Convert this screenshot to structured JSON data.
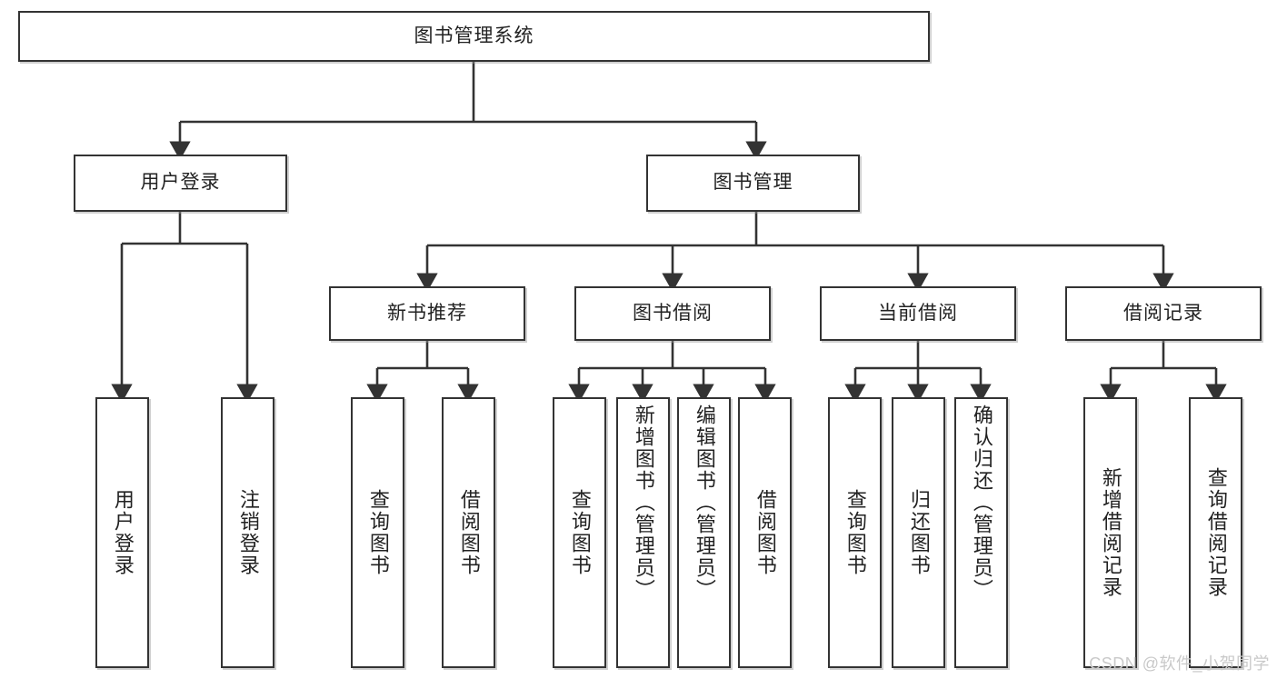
{
  "diagram": {
    "title": "图书管理系统",
    "watermark": "CSDN @软件_小贺同学",
    "style": {
      "border_color": "#333333",
      "background": "#ffffff",
      "text_color": "#222222",
      "watermark_color": "#c9c9c9"
    },
    "nodes": {
      "root": {
        "label": "图书管理系统"
      },
      "level2": [
        {
          "id": "user-login",
          "label": "用户登录"
        },
        {
          "id": "book-management",
          "label": "图书管理"
        }
      ],
      "level3": [
        {
          "id": "new-book-recommend",
          "label": "新书推荐"
        },
        {
          "id": "book-borrow",
          "label": "图书借阅"
        },
        {
          "id": "current-borrow",
          "label": "当前借阅"
        },
        {
          "id": "borrow-record",
          "label": "借阅记录"
        }
      ],
      "leaves": {
        "user-login": [
          {
            "id": "leaf-user-login",
            "label": "用户登录"
          },
          {
            "id": "leaf-logout",
            "label": "注销登录"
          }
        ],
        "new-book-recommend": [
          {
            "id": "leaf-query-book-1",
            "label": "查询图书"
          },
          {
            "id": "leaf-borrow-book-1",
            "label": "借阅图书"
          }
        ],
        "book-borrow": [
          {
            "id": "leaf-query-book-2",
            "label": "查询图书"
          },
          {
            "id": "leaf-add-book",
            "label": "新增图书（管理员）"
          },
          {
            "id": "leaf-edit-book",
            "label": "编辑图书（管理员）"
          },
          {
            "id": "leaf-borrow-book-2",
            "label": "借阅图书"
          }
        ],
        "current-borrow": [
          {
            "id": "leaf-query-book-3",
            "label": "查询图书"
          },
          {
            "id": "leaf-return-book",
            "label": "归还图书"
          },
          {
            "id": "leaf-confirm-return",
            "label": "确认归还（管理员）"
          }
        ],
        "borrow-record": [
          {
            "id": "leaf-add-record",
            "label": "新增借阅记录"
          },
          {
            "id": "leaf-query-record",
            "label": "查询借阅记录"
          }
        ]
      }
    }
  }
}
